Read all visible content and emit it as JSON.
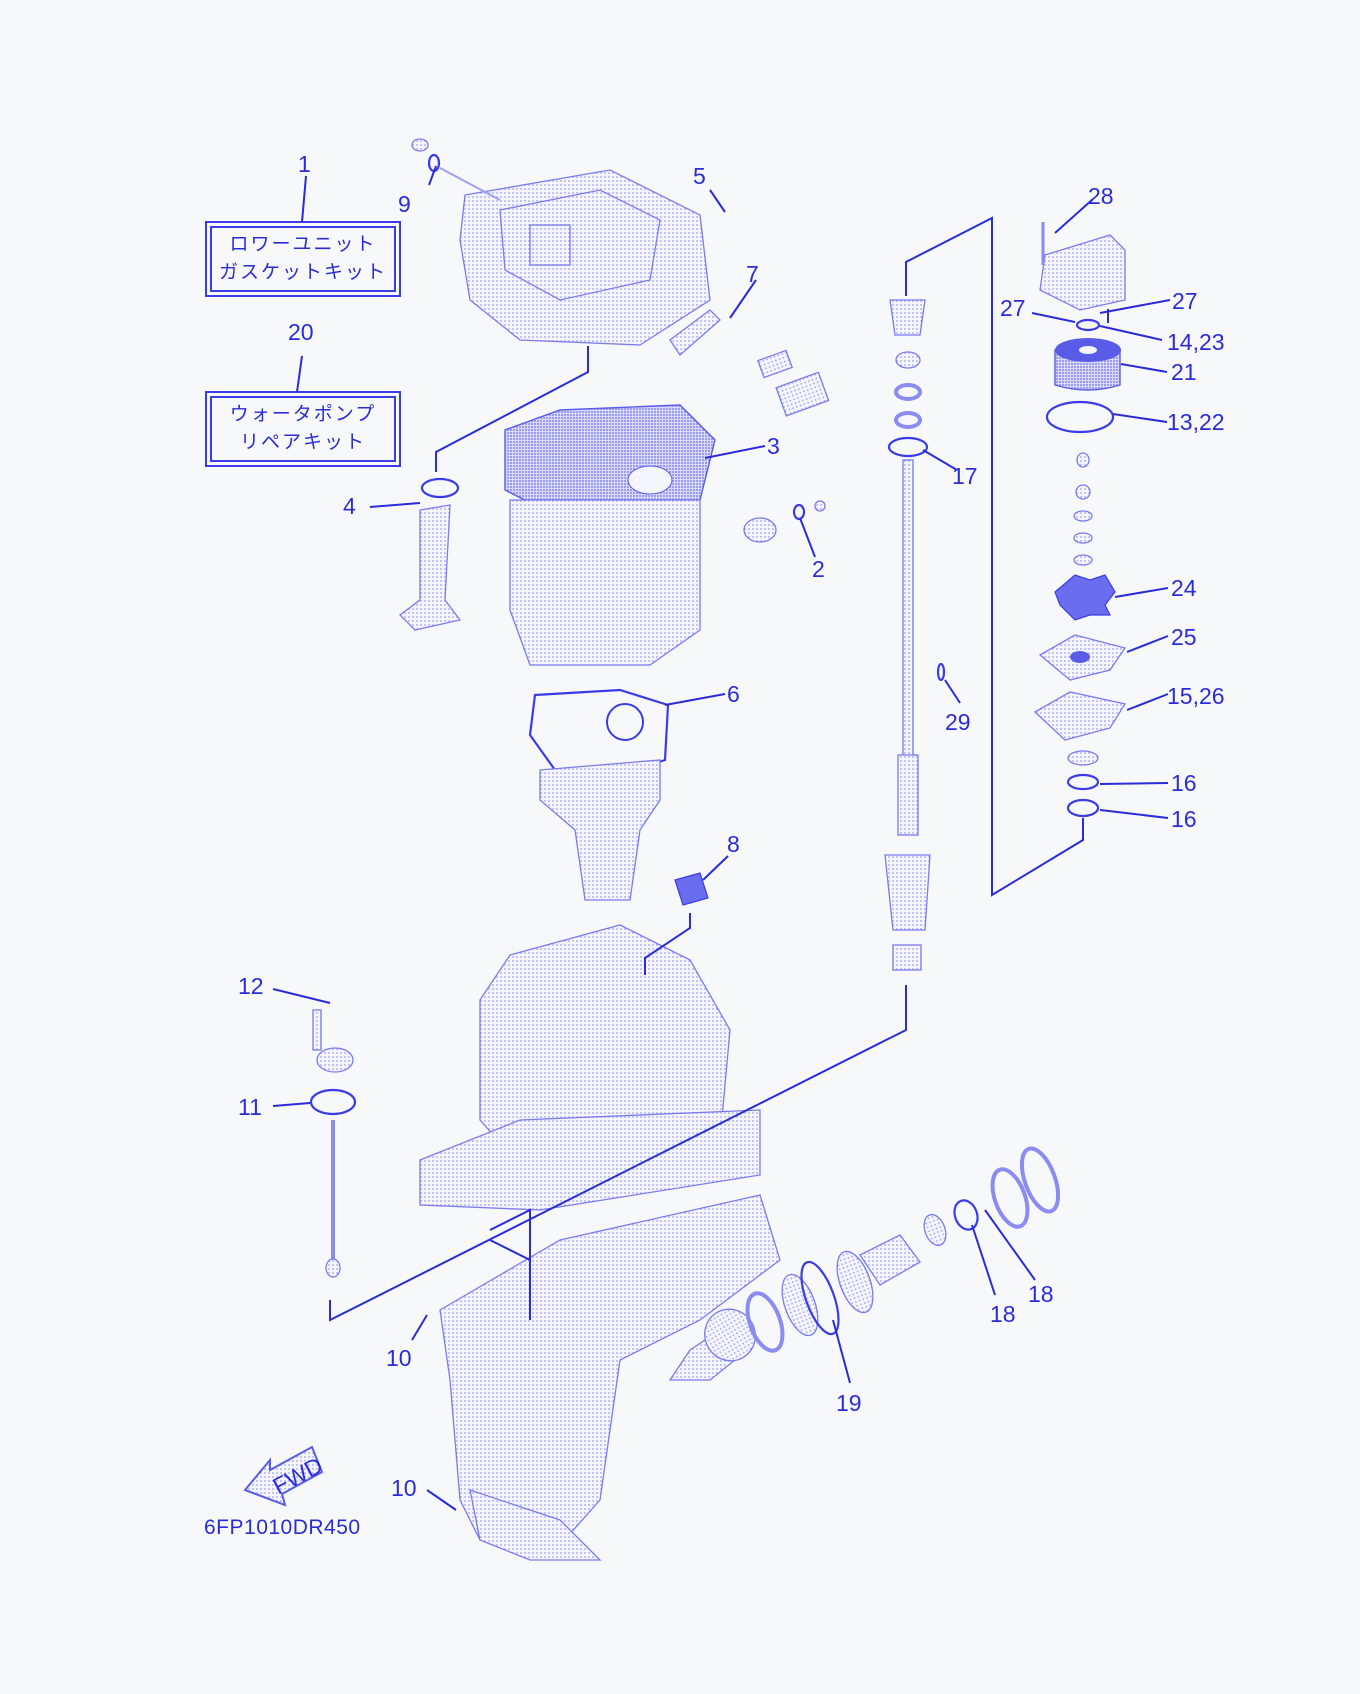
{
  "kits": {
    "gasket_kit": {
      "number": "1",
      "line1": "ロワーユニット",
      "line2": "ガスケットキット"
    },
    "pump_kit": {
      "number": "20",
      "line1": "ウォータポンプ",
      "line2": "リペアキット"
    }
  },
  "fwd_label": "FWD",
  "diagram_code": "6FP1010DR450",
  "callouts": [
    "1",
    "20",
    "9",
    "5",
    "7",
    "3",
    "4",
    "2",
    "6",
    "8",
    "12",
    "11",
    "10",
    "10",
    "17",
    "29",
    "28",
    "27",
    "27",
    "14,23",
    "21",
    "13,22",
    "24",
    "25",
    "15,26",
    "16",
    "16",
    "18",
    "18",
    "19"
  ],
  "colors": {
    "line": "#2b2bd9",
    "part": "#7a7cf0",
    "background": "#f7f8fa"
  }
}
